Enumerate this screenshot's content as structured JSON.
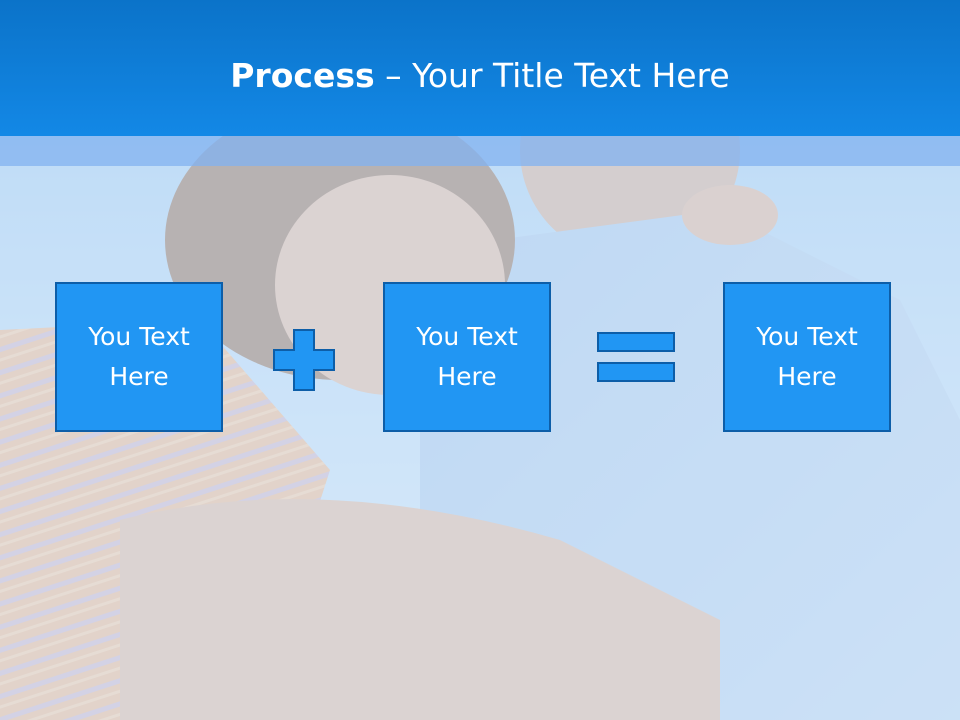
{
  "slide": {
    "title_bold": "Process",
    "title_rest": " – Your Title Text Here",
    "boxes": [
      {
        "text": "You Text Here"
      },
      {
        "text": "You Text Here"
      },
      {
        "text": "You Text Here"
      }
    ],
    "operators": [
      "plus-icon",
      "equals-icon"
    ]
  },
  "colors": {
    "header": "#1388e6",
    "box_fill": "#2196f3",
    "box_border": "#0d5ea8",
    "text": "#ffffff"
  }
}
